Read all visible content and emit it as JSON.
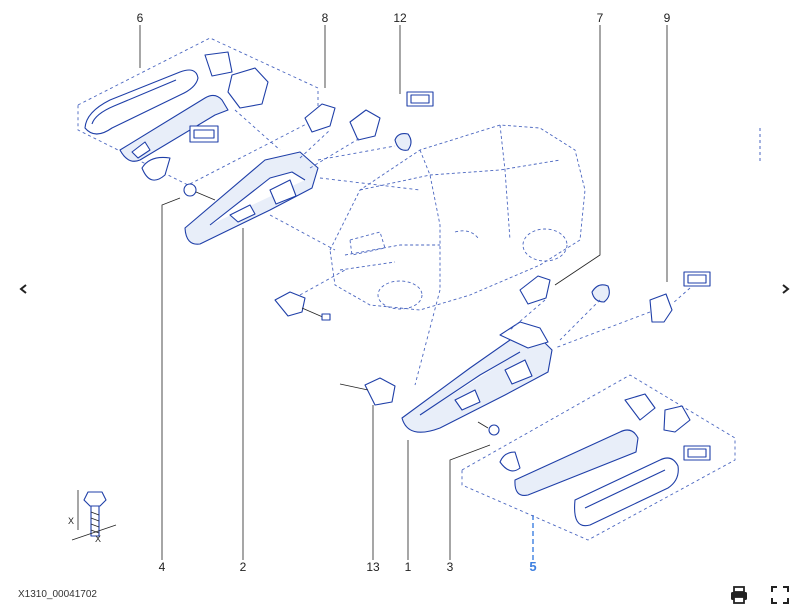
{
  "diagram": {
    "reference_code": "X1310_00041702",
    "callouts": {
      "c1": "1",
      "c2": "2",
      "c3": "3",
      "c4": "4",
      "c5": "5",
      "c6": "6",
      "c7": "7",
      "c8": "8",
      "c9": "9",
      "c12": "12",
      "c13": "13"
    },
    "torque_labels": {
      "x1": "X",
      "x2": "X"
    }
  },
  "navigation": {
    "prev_icon": "chevron-left-icon",
    "next_icon": "chevron-right-icon"
  },
  "toolbar": {
    "print_icon": "printer-icon",
    "fullscreen_icon": "fullscreen-icon"
  },
  "colors": {
    "line": "#1f3fa8",
    "dashed": "#4a66c0",
    "callout_highlight": "#3d7fe0"
  }
}
